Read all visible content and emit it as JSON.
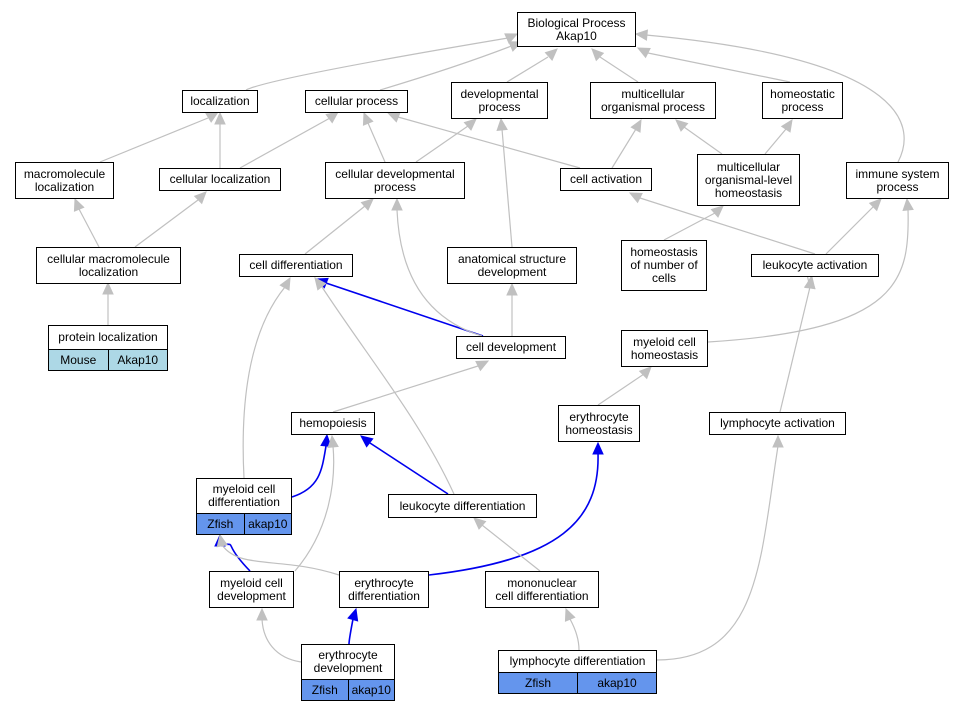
{
  "graph": {
    "nodes": {
      "bp": "Biological Process\nAkap10",
      "localization": "localization",
      "cellular_process": "cellular process",
      "developmental_process": "developmental\nprocess",
      "multicellular_organismal_process": "multicellular\norganismal process",
      "homeostatic_process": "homeostatic\nprocess",
      "macromolecule_localization": "macromolecule\nlocalization",
      "cellular_localization": "cellular localization",
      "cellular_developmental_process": "cellular developmental\nprocess",
      "cell_activation": "cell activation",
      "multicellular_homeostasis": "multicellular\norganismal-level\nhomeostasis",
      "immune_system_process": "immune system\nprocess",
      "cellular_macromolecule_localization": "cellular macromolecule\nlocalization",
      "cell_differentiation": "cell differentiation",
      "anatomical_structure_development": "anatomical structure\ndevelopment",
      "homeostasis_number_of_cells": "homeostasis\nof number of\ncells",
      "leukocyte_activation": "leukocyte activation",
      "protein_localization": "protein localization",
      "cell_development": "cell development",
      "myeloid_cell_homeostasis": "myeloid cell\nhomeostasis",
      "hemopoiesis": "hemopoiesis",
      "erythrocyte_homeostasis": "erythrocyte\nhomeostasis",
      "lymphocyte_activation": "lymphocyte activation",
      "myeloid_cell_differentiation": "myeloid cell\ndifferentiation",
      "leukocyte_differentiation": "leukocyte differentiation",
      "myeloid_cell_development": "myeloid cell\ndevelopment",
      "erythrocyte_differentiation": "erythrocyte\ndifferentiation",
      "mononuclear_cell_differentiation": "mononuclear\ncell differentiation",
      "erythrocyte_development": "erythrocyte\ndevelopment",
      "lymphocyte_differentiation": "lymphocyte differentiation"
    },
    "annotations": {
      "protein_localization": [
        "Mouse",
        "Akap10"
      ],
      "myeloid_cell_differentiation": [
        "Zfish",
        "akap10"
      ],
      "erythrocyte_development": [
        "Zfish",
        "akap10"
      ],
      "lymphocyte_differentiation": [
        "Zfish",
        "akap10"
      ]
    },
    "colors": {
      "edge_default": "#c0c0c0",
      "edge_highlight": "#0000ee",
      "mouse_annotation": "#add8e6",
      "zfish_annotation": "#6495ed"
    }
  }
}
